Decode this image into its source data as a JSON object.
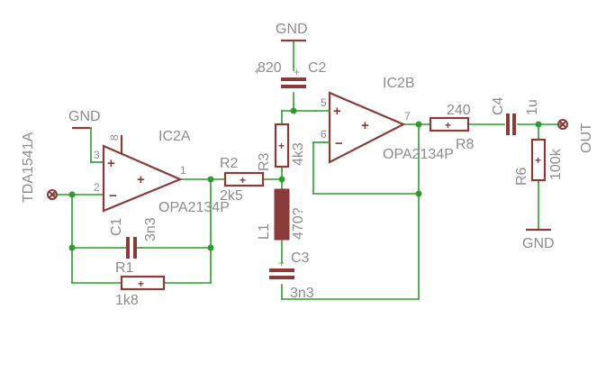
{
  "labels": {
    "gnd_c2": "GND",
    "c2_value": "820",
    "c2_name": "C2",
    "c2_plus": "+",
    "ic2b_name": "IC2B",
    "ic2b_pin5": "5",
    "ic2b_pin6": "6",
    "ic2b_pin7": "7",
    "ic2b_part": "OPA2134P",
    "r8_value": "240",
    "r8_name": "R8",
    "c4_name": "C4",
    "c4_value": "1u",
    "out_label": "OUT",
    "r6_name": "R6",
    "r6_value": "100k",
    "gnd_r6": "GND",
    "r3_name": "R3",
    "r3_value": "4k3",
    "l1_name": "L1",
    "l1_value": "470?",
    "c3_name": "C3",
    "c3_value": "3n3",
    "r2_name": "R2",
    "r2_value": "2k5",
    "ic2a_name": "IC2A",
    "ic2a_part": "OPA2134P",
    "ic2a_pin1": "1",
    "ic2a_pin2": "2",
    "ic2a_pin3": "3",
    "ic2a_pin8": "8",
    "gnd_ic2a": "GND",
    "input_label": "TDA1541A",
    "c1_name": "C1",
    "c1_value": "3n3",
    "r1_name": "R1",
    "r1_value": "1k8"
  },
  "colors": {
    "wire": "#2f9a2f",
    "part": "#8b3a3a",
    "text": "#8c8c8c",
    "background": "#ffffff"
  }
}
